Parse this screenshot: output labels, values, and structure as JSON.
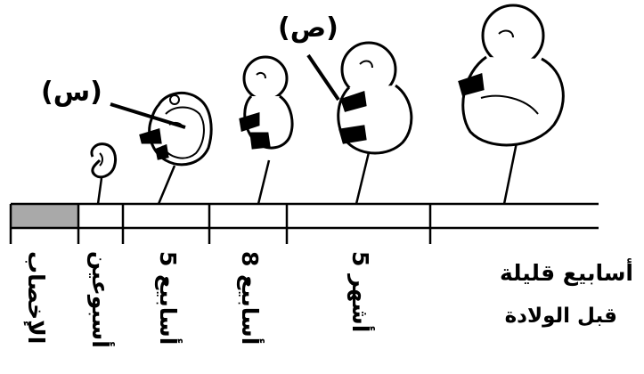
{
  "markers": {
    "x_label": "(س)",
    "y_label": "(ص)"
  },
  "timeline": {
    "highlight_color": "#a9a9a9",
    "labels": {
      "fertilization": "الإخصاب",
      "two_weeks": "أسبوعين",
      "five_weeks": "5 أسابيع",
      "eight_weeks": "8 أسابيع",
      "five_months": "5 أشهر",
      "before_birth_line1": "أسابيع قليلة",
      "before_birth_line2": "قبل الولادة"
    }
  }
}
